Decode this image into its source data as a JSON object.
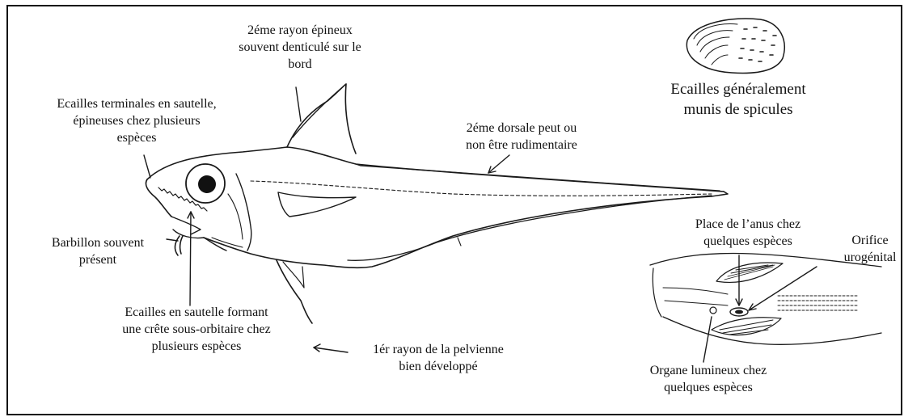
{
  "labels": {
    "dorsal_spine": [
      "2éme rayon épineux",
      "souvent denticulé sur le",
      "bord"
    ],
    "terminal_scales": [
      "Ecailles terminales en sautelle,",
      "épineuses chez plusieurs",
      "espèces"
    ],
    "scales_spicules": [
      "Ecailles généralement",
      "munis de spicules"
    ],
    "second_dorsal": [
      "2éme dorsale peut ou",
      "non être rudimentaire"
    ],
    "barbel": [
      "Barbillon souvent",
      "présent"
    ],
    "suborbital_crest": [
      "Ecailles en sautelle formant",
      "une crête sous-orbitaire chez",
      "plusieurs espèces"
    ],
    "pelvic_ray": [
      "1ér rayon de la pelvienne",
      "bien développé"
    ],
    "anus_place": [
      "Place de l’anus chez",
      "quelques espèces"
    ],
    "urogenital": [
      "Orifice",
      "urogénital"
    ],
    "light_organ": [
      "Organe lumineux chez",
      "quelques espèces"
    ]
  },
  "icons": {
    "fish": "grenadier-fish-drawing",
    "scale": "fish-scale-drawing",
    "ventral": "ventral-view-drawing"
  },
  "colors": {
    "line": "#1a1a1a",
    "background": "#ffffff"
  }
}
